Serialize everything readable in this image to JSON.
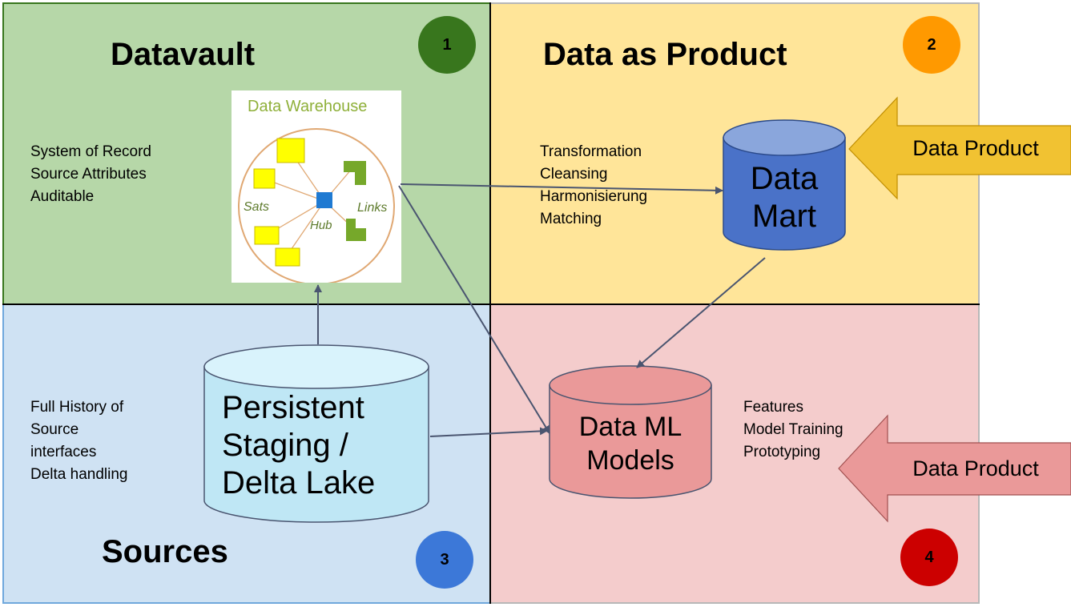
{
  "quadrants": {
    "q1": {
      "title": "Datavault",
      "badge": "1",
      "badge_color": "#38761d",
      "notes": "System of Record\nSource Attributes\nAuditable"
    },
    "q2": {
      "title": "Data as Product",
      "badge": "2",
      "badge_color": "#ff9900",
      "notes": "Transformation\nCleansing\nHarmonisierung\nMatching"
    },
    "q3": {
      "title": "Sources",
      "badge": "3",
      "badge_color": "#3c78d8",
      "notes": "Full History of\nSource\ninterfaces\nDelta handling"
    },
    "q4": {
      "badge": "4",
      "badge_color": "#cc0000",
      "notes": "Features\nModel Training\nPrototyping"
    }
  },
  "data_warehouse": {
    "title": "Data Warehouse",
    "sats": "Sats",
    "hub": "Hub",
    "links": "Links"
  },
  "cylinders": {
    "staging": {
      "label": "Persistent\nStaging /\nDelta Lake",
      "color": "#bfe7f5"
    },
    "mart": {
      "label": "Data\nMart",
      "color": "#4a72c8"
    },
    "ml": {
      "label": "Data ML\nModels",
      "color": "#ea9999"
    }
  },
  "arrows": {
    "product_top": {
      "label": "Data Product",
      "color": "#f1c232"
    },
    "product_bottom": {
      "label": "Data Product",
      "color": "#ea9999"
    }
  }
}
